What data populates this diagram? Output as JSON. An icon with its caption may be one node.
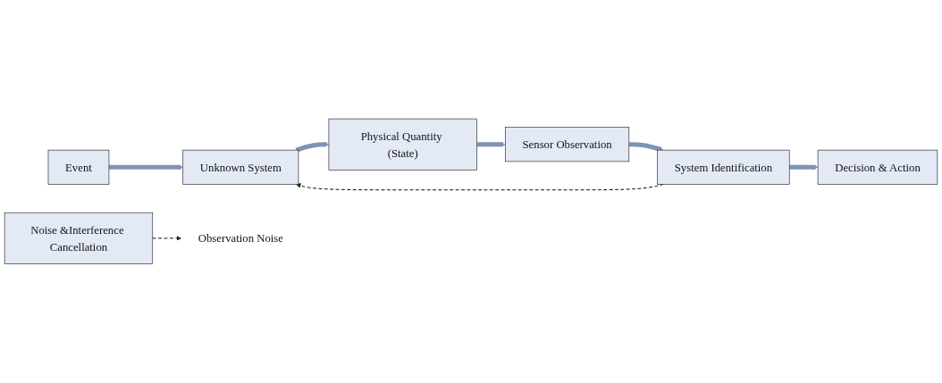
{
  "diagram": {
    "nodes": [
      {
        "text": [
          "Event"
        ]
      },
      {
        "text": [
          "Unknown System"
        ]
      },
      {
        "text": [
          "Physical Quantity (State)"
        ]
      },
      {
        "text": [
          "Observation Noise"
        ]
      },
      {
        "text": [
          "Decision & Action"
        ]
      },
      {
        "text": [
          "System Identification"
        ]
      },
      {
        "text": [
          "Noise &Interference Cancellation"
        ]
      },
      {
        "text": [
          "Sensor Observation"
        ]
      }
    ],
    "edges": [
      {
        "from": 0,
        "to": 1,
        "arrow": "to"
      },
      {
        "from": 1,
        "to": 2,
        "arrow": "to"
      },
      {
        "from": 2,
        "to": 7,
        "arrow": "to"
      },
      {
        "from": 7,
        "to": 5,
        "arrow": "to"
      },
      {
        "from": 5,
        "to": 4,
        "arrow": "to"
      },
      {
        "from": 5,
        "to": 1,
        "arrow": "to",
        "style": "dashed",
        "color": "#000000"
      },
      {
        "from": 6,
        "to": 3,
        "arrow": "to",
        "style": "dashed",
        "color": "#000000"
      }
    ]
  }
}
